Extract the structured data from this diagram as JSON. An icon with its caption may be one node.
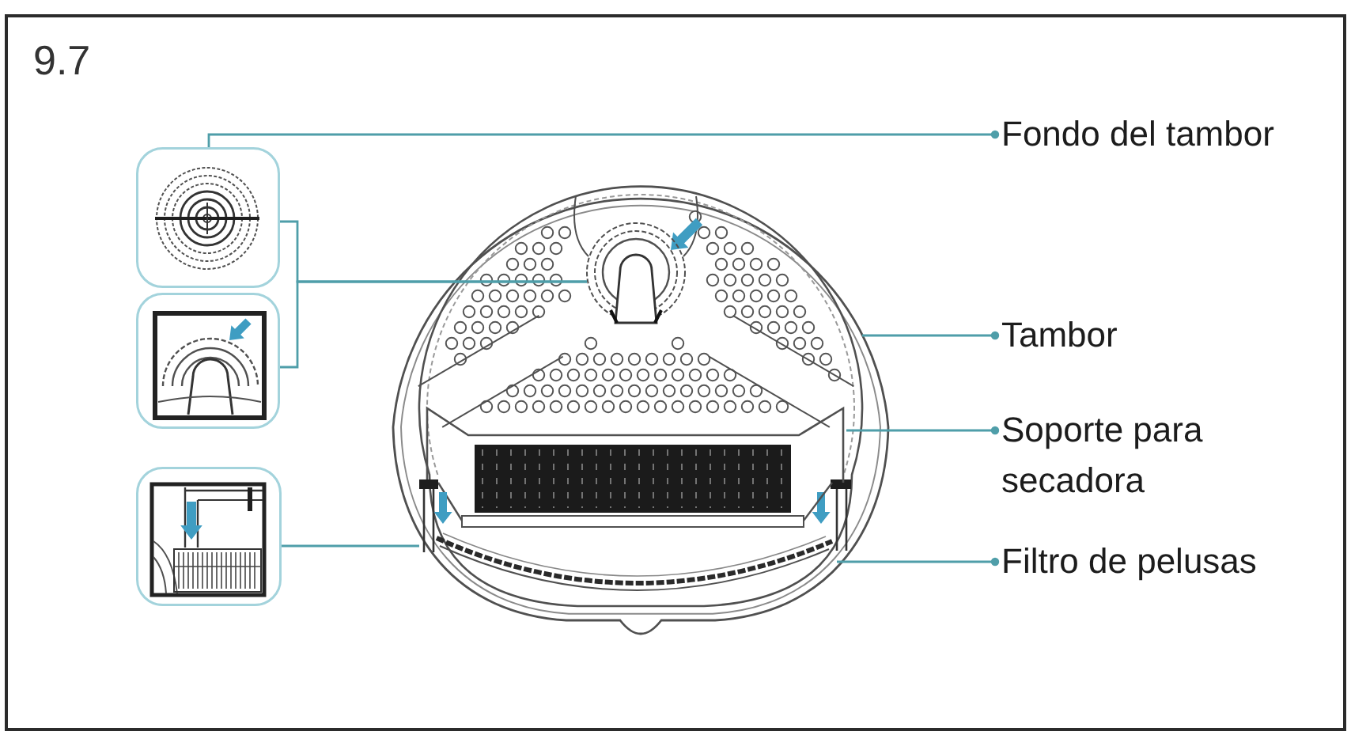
{
  "diagram": {
    "title": "9.7",
    "nodes": [
      {
        "text": [],
        "shape": "picture"
      },
      {
        "text": [],
        "shape": "picture"
      },
      {
        "text": [],
        "shape": "picture"
      },
      {
        "text": [],
        "shape": "picture"
      },
      {
        "text": [],
        "shape": "picture",
        "in": 3
      },
      {
        "text": [],
        "shape": "picture",
        "in": 3
      },
      {
        "text": [],
        "shape": "picture",
        "in": 3
      },
      {
        "text": [],
        "shape": "picture",
        "in": 3
      },
      {
        "text": [
          "Fondo del tambor"
        ]
      },
      {
        "text": [
          "Tambor"
        ]
      },
      {
        "text": [
          "Soporte para secadora"
        ]
      },
      {
        "text": [
          "Filtro de pelusas"
        ]
      }
    ],
    "edges": [
      {
        "from": 8,
        "to": 0,
        "arrow": "other"
      },
      {
        "from": 0,
        "to": 4,
        "arrow": "none"
      },
      {
        "from": 1,
        "to": 4,
        "arrow": "none"
      },
      {
        "from": 9,
        "to": 3,
        "arrow": "other"
      },
      {
        "from": 10,
        "to": 5,
        "arrow": "other"
      },
      {
        "from": 11,
        "to": 6,
        "arrow": "other"
      },
      {
        "from": 2,
        "to": 7,
        "arrow": "none"
      }
    ]
  }
}
